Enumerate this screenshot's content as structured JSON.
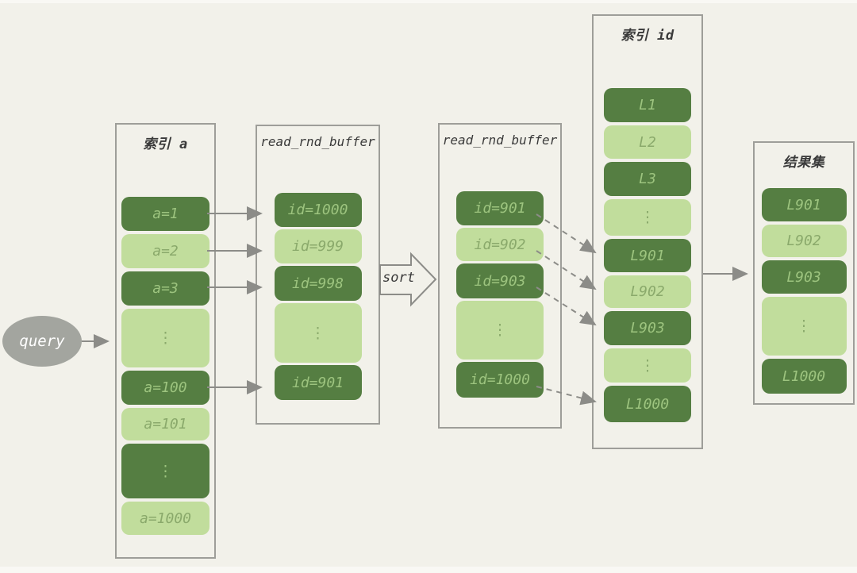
{
  "query": {
    "label": "query"
  },
  "sort": {
    "label": "sort"
  },
  "columns": {
    "index_a": {
      "title": "索引 a",
      "cells": [
        {
          "label": "a=1",
          "variant": "dark"
        },
        {
          "label": "a=2",
          "variant": "light"
        },
        {
          "label": "a=3",
          "variant": "dark"
        },
        {
          "label": "⋮",
          "variant": "light"
        },
        {
          "label": "a=100",
          "variant": "dark"
        },
        {
          "label": "a=101",
          "variant": "light"
        },
        {
          "label": "⋮",
          "variant": "dark"
        },
        {
          "label": "a=1000",
          "variant": "light"
        }
      ]
    },
    "buffer_unsorted": {
      "title": "read_rnd_buffer",
      "cells": [
        {
          "label": "id=1000",
          "variant": "dark"
        },
        {
          "label": "id=999",
          "variant": "light"
        },
        {
          "label": "id=998",
          "variant": "dark"
        },
        {
          "label": "⋮",
          "variant": "light"
        },
        {
          "label": "id=901",
          "variant": "dark"
        }
      ]
    },
    "buffer_sorted": {
      "title": "read_rnd_buffer",
      "cells": [
        {
          "label": "id=901",
          "variant": "dark"
        },
        {
          "label": "id=902",
          "variant": "light"
        },
        {
          "label": "id=903",
          "variant": "dark"
        },
        {
          "label": "⋮",
          "variant": "light"
        },
        {
          "label": "id=1000",
          "variant": "dark"
        }
      ]
    },
    "index_id": {
      "title": "索引 id",
      "cells": [
        {
          "label": "L1",
          "variant": "dark"
        },
        {
          "label": "L2",
          "variant": "light"
        },
        {
          "label": "L3",
          "variant": "dark"
        },
        {
          "label": "⋮",
          "variant": "light"
        },
        {
          "label": "L901",
          "variant": "dark"
        },
        {
          "label": "L902",
          "variant": "light"
        },
        {
          "label": "L903",
          "variant": "dark"
        },
        {
          "label": "⋮",
          "variant": "light"
        },
        {
          "label": "L1000",
          "variant": "dark"
        }
      ]
    },
    "result_set": {
      "title": "结果集",
      "cells": [
        {
          "label": "L901",
          "variant": "dark"
        },
        {
          "label": "L902",
          "variant": "light"
        },
        {
          "label": "L903",
          "variant": "dark"
        },
        {
          "label": "⋮",
          "variant": "light"
        },
        {
          "label": "L1000",
          "variant": "dark"
        }
      ]
    }
  },
  "colors": {
    "background": "#f2f1ea",
    "dark_cell": "#557e42",
    "dark_cell_text": "#9dc47f",
    "light_cell": "#c1dd9c",
    "light_cell_text": "#8aa96b",
    "box_border": "#9e9e99",
    "arrow": "#8c8c88",
    "query_fill": "#a3a59f",
    "query_text": "#ffffff",
    "title_text": "#3a3a3a"
  }
}
